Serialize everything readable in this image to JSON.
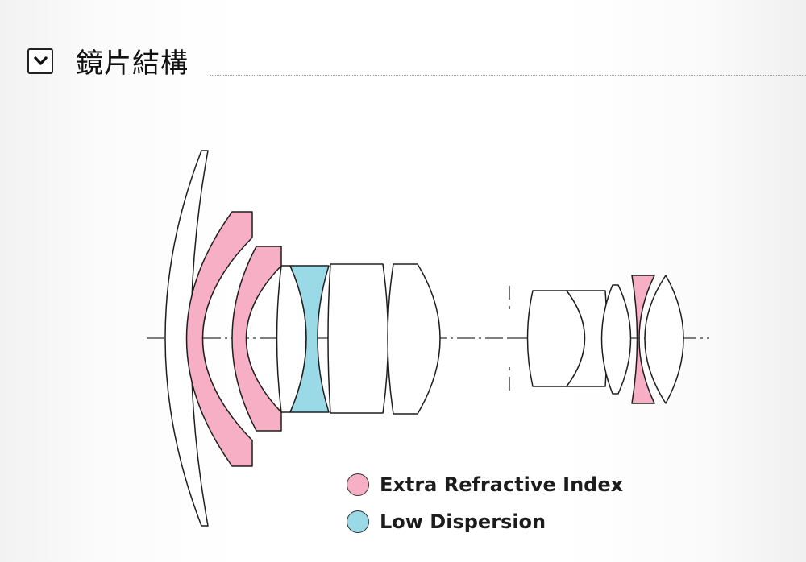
{
  "section": {
    "title": "鏡片結構",
    "toggle_icon": "chevron-down-icon"
  },
  "colors": {
    "extra_refractive": "#f6afc4",
    "low_dispersion": "#9ad9e6",
    "outline": "#1e1e1e",
    "axis": "#333333"
  },
  "legend": [
    {
      "key": "extra_refractive",
      "label": "Extra Refractive Index"
    },
    {
      "key": "low_dispersion",
      "label": "Low Dispersion"
    }
  ],
  "lens_elements": [
    {
      "id": 1,
      "material": "standard"
    },
    {
      "id": 2,
      "material": "extra_refractive"
    },
    {
      "id": 3,
      "material": "extra_refractive"
    },
    {
      "id": 4,
      "material": "standard"
    },
    {
      "id": 5,
      "material": "low_dispersion"
    },
    {
      "id": 6,
      "material": "standard"
    },
    {
      "id": 7,
      "material": "standard"
    },
    {
      "id": 8,
      "material": "standard"
    },
    {
      "id": 9,
      "material": "standard"
    },
    {
      "id": 10,
      "material": "standard"
    },
    {
      "id": 11,
      "material": "extra_refractive"
    },
    {
      "id": 12,
      "material": "standard"
    }
  ]
}
